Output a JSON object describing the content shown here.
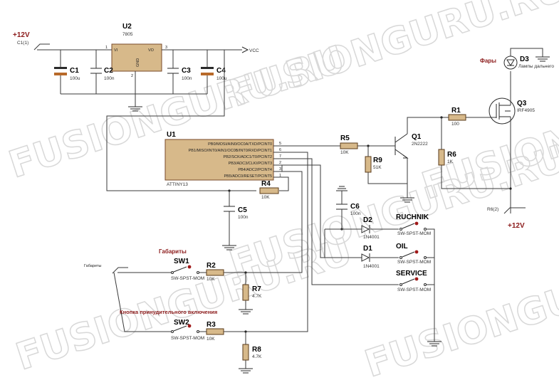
{
  "watermark": "FUSIONGURU.RU",
  "power": {
    "vcc_in_label": "+12V",
    "vcc_in_term": "C1(1)",
    "vcc_out_label": "VCC",
    "out_label": "+12V",
    "out_term": "R6(2)"
  },
  "u2": {
    "ref": "U2",
    "value": "7805",
    "pin_vi": "VI",
    "pin_vo": "VO",
    "pin_gnd": "GND",
    "pin1": "1",
    "pin2": "2",
    "pin3": "3"
  },
  "caps": [
    {
      "ref": "C1",
      "value": "100u"
    },
    {
      "ref": "C2",
      "value": "100n"
    },
    {
      "ref": "C3",
      "value": "100n"
    },
    {
      "ref": "C4",
      "value": "100u"
    },
    {
      "ref": "C5",
      "value": "100n"
    },
    {
      "ref": "C6",
      "value": "100n"
    }
  ],
  "u1": {
    "ref": "U1",
    "value": "ATTINY13",
    "pins": [
      {
        "name": "PB0/MOSI/AIN0/OC0A/TXD/PCINT0",
        "num": "5"
      },
      {
        "name": "PB1/MISO/INT0/AIN1/OC0B/INT0/RXD/PCINT1",
        "num": "6"
      },
      {
        "name": "PB2/SCK/ADC1/T0/PCINT2",
        "num": "7"
      },
      {
        "name": "PB3/ADC3/CLKI/PCINT3",
        "num": "2"
      },
      {
        "name": "PB4/ADC2/PCINT4",
        "num": "3"
      },
      {
        "name": "PB5/ADC0/RESET/PCINT5",
        "num": "1"
      }
    ]
  },
  "resistors": [
    {
      "ref": "R1",
      "value": "100"
    },
    {
      "ref": "R2",
      "value": "10K"
    },
    {
      "ref": "R3",
      "value": "10K"
    },
    {
      "ref": "R4",
      "value": "10K"
    },
    {
      "ref": "R5",
      "value": "10K"
    },
    {
      "ref": "R6",
      "value": "1K"
    },
    {
      "ref": "R7",
      "value": "4.7K"
    },
    {
      "ref": "R8",
      "value": "4.7K"
    },
    {
      "ref": "R9",
      "value": "51K"
    }
  ],
  "q1": {
    "ref": "Q1",
    "value": "2N2222"
  },
  "q3": {
    "ref": "Q3",
    "value": "IRF4905"
  },
  "d3": {
    "ref": "D3",
    "value": "Лампы дальнего",
    "caption": "Фары"
  },
  "d1": {
    "ref": "D1",
    "value": "1N4001"
  },
  "d2": {
    "ref": "D2",
    "value": "1N4001"
  },
  "switches": [
    {
      "ref": "SW1",
      "value": "SW-SPST-MOM"
    },
    {
      "ref": "SW2",
      "value": "SW-SPST-MOM"
    },
    {
      "ref": "RUCHNIK",
      "value": "SW-SPST-MOM"
    },
    {
      "ref": "OIL",
      "value": "SW-SPST-MOM"
    },
    {
      "ref": "SERVICE",
      "value": "SW-SPST-MOM"
    }
  ],
  "captions": {
    "gabarity": "Габариты",
    "gabarity_term": "Габариты",
    "force_button": "Кнопка принудительного включения"
  }
}
